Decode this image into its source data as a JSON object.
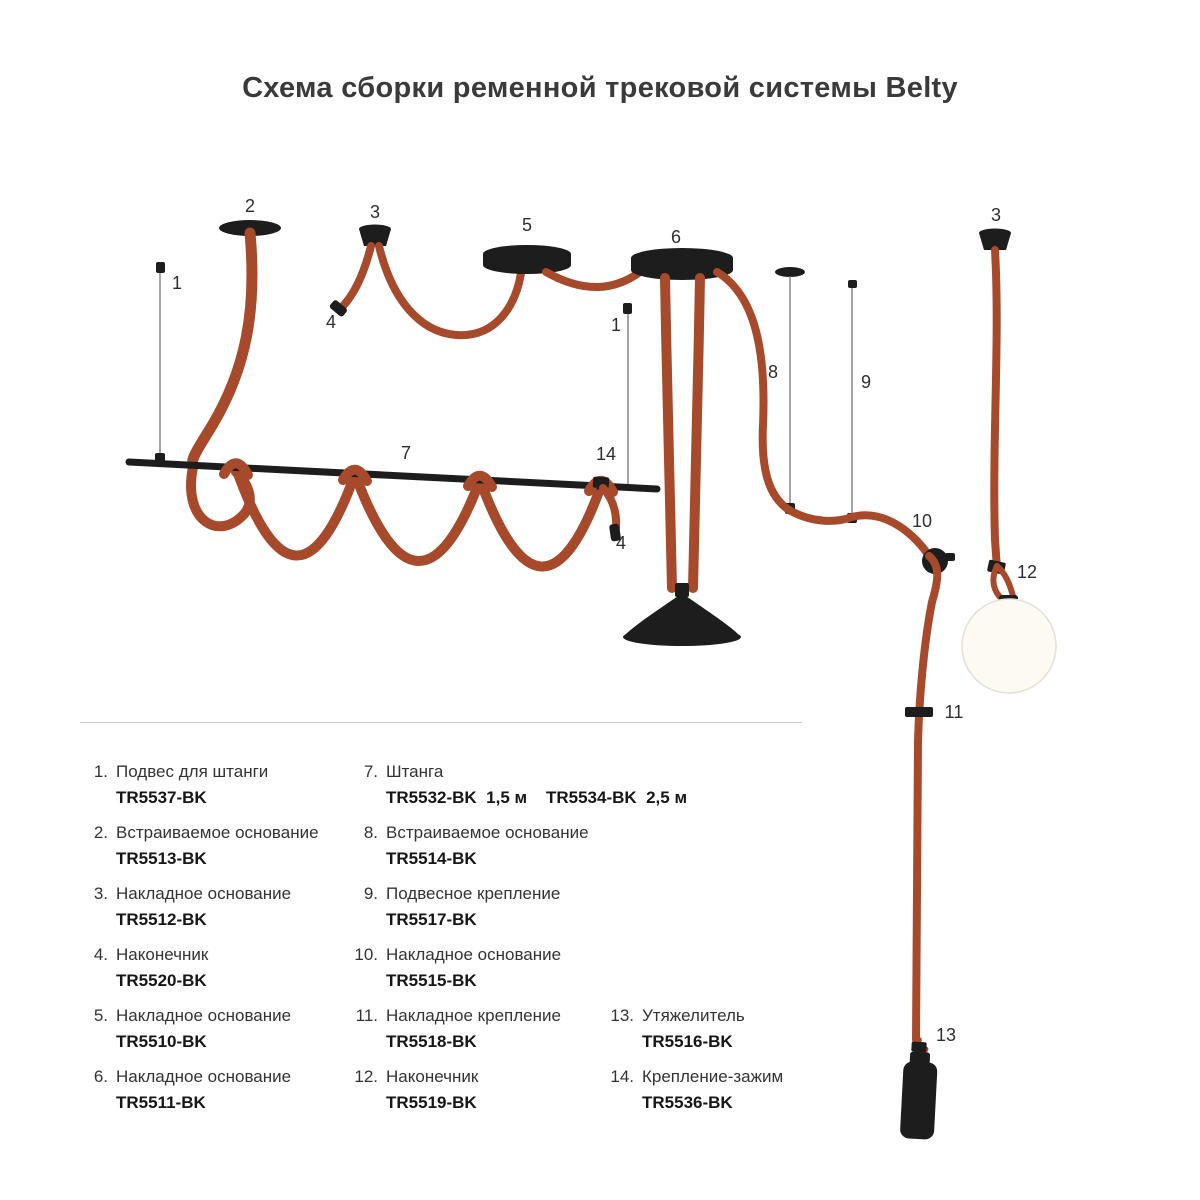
{
  "title": "Схема сборки ременной трековой системы Belty",
  "colors": {
    "belt": "#A74A2C",
    "hardware": "#1D1D1D",
    "wire": "#767676",
    "globe_fill": "#FCFAF3",
    "globe_stroke": "#E4E0D5"
  },
  "callouts": {
    "n1": "1",
    "n2": "2",
    "n3": "3",
    "n4": "4",
    "n5": "5",
    "n6": "6",
    "n7": "7",
    "n8": "8",
    "n9": "9",
    "n10": "10",
    "n11": "11",
    "n12": "12",
    "n13": "13",
    "n14": "14"
  },
  "legend": {
    "col1": [
      {
        "num": "1.",
        "name": "Подвес для штанги",
        "code": "TR5537-BK"
      },
      {
        "num": "2.",
        "name": "Встраиваемое основание",
        "code": "TR5513-BK"
      },
      {
        "num": "3.",
        "name": "Накладное основание",
        "code": "TR5512-BK"
      },
      {
        "num": "4.",
        "name": "Наконечник",
        "code": "TR5520-BK"
      },
      {
        "num": "5.",
        "name": "Накладное основание",
        "code": "TR5510-BK"
      },
      {
        "num": "6.",
        "name": "Накладное основание",
        "code": "TR5511-BK"
      }
    ],
    "col2": [
      {
        "num": "7.",
        "name": "Штанга",
        "code": "TR5532-BK  1,5 м    TR5534-BK  2,5 м"
      },
      {
        "num": "8.",
        "name": "Встраиваемое основание",
        "code": "TR5514-BK"
      },
      {
        "num": "9.",
        "name": "Подвесное крепление",
        "code": "TR5517-BK"
      },
      {
        "num": "10.",
        "name": "Накладное основание",
        "code": "TR5515-BK"
      },
      {
        "num": "11.",
        "name": "Накладное крепление",
        "code": "TR5518-BK"
      },
      {
        "num": "12.",
        "name": "Наконечник",
        "code": "TR5519-BK"
      }
    ],
    "col3": [
      {
        "num": "13.",
        "name": "Утяжелитель",
        "code": "TR5516-BK"
      },
      {
        "num": "14.",
        "name": "Крепление-зажим",
        "code": "TR5536-BK"
      }
    ]
  }
}
